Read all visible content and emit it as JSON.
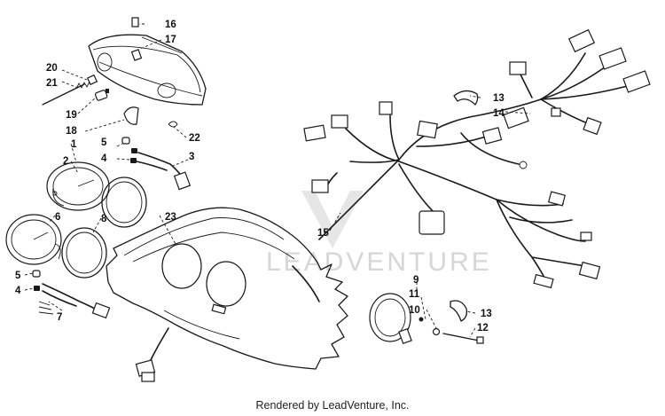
{
  "callouts": {
    "c1": "1",
    "c2": "2",
    "c3": "3",
    "c4a": "4",
    "c4b": "4",
    "c5a": "5",
    "c5b": "5",
    "c6": "6",
    "c7": "7",
    "c8a": "8",
    "c9": "9",
    "c10": "10",
    "c11": "11",
    "c12": "12",
    "c13a": "13",
    "c13b": "13",
    "c14": "14",
    "c15": "15",
    "c16": "16",
    "c17": "17",
    "c18": "18",
    "c19": "19",
    "c20": "20",
    "c21": "21",
    "c22": "22",
    "c23": "23"
  },
  "watermark": "LEADVENTURE",
  "footer": "Rendered by LeadVenture, Inc."
}
